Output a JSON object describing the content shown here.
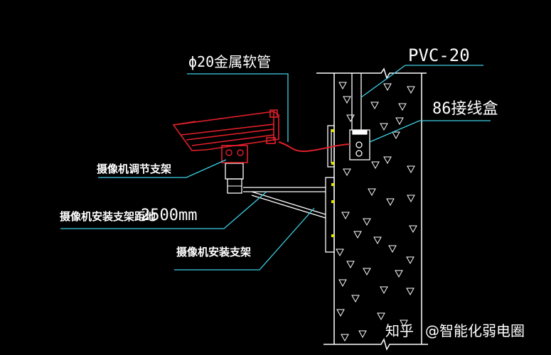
{
  "labels": {
    "conduit": "ϕ20金属软管",
    "pvc": "PVC-20",
    "box": "86接线盒",
    "adjust_bracket": "摄像机调节支架",
    "install_height": "摄像机安装支架距地",
    "install_height_value": "2500mm",
    "install_bracket": "摄像机安装支架"
  },
  "watermark": {
    "site": "知乎",
    "author": "@智能化弱电圈"
  },
  "colors": {
    "background": "#000000",
    "wall": "#ffffff",
    "leader": "#3fd0e6",
    "camera": "#e0202a",
    "mount": "#e0202a",
    "anchor": "#e6e600"
  }
}
